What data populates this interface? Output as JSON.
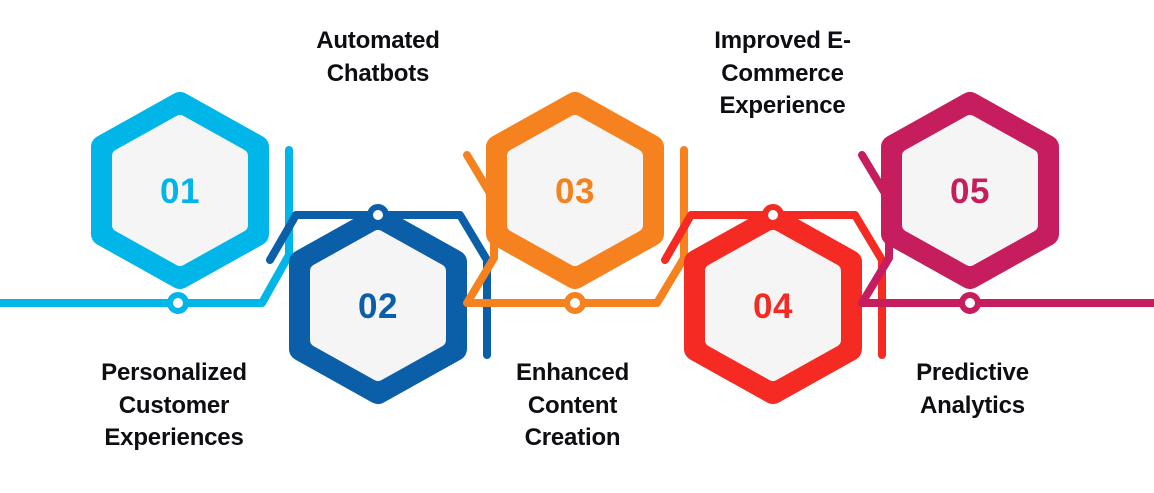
{
  "infographic": {
    "type": "hexagon-timeline",
    "background_color": "#FFFFFF",
    "node_inner_fill": "#F5F5F5",
    "marker_fill": "#FFFFFF",
    "caption_color": "#0D0D12",
    "steps": [
      {
        "number": "01",
        "caption": "Personalized\nCustomer\nExperiences",
        "color": "#00B5E8",
        "position": "up",
        "caption_position": "below"
      },
      {
        "number": "02",
        "caption": "Automated\nChatbots",
        "color": "#0B5EA8",
        "position": "down",
        "caption_position": "above"
      },
      {
        "number": "03",
        "caption": "Enhanced\nContent\nCreation",
        "color": "#F5821F",
        "position": "up",
        "caption_position": "below"
      },
      {
        "number": "04",
        "caption": "Improved E-\nCommerce\nExperience",
        "color": "#F42A23",
        "position": "down",
        "caption_position": "above"
      },
      {
        "number": "05",
        "caption": "Predictive\nAnalytics",
        "color": "#C51D5E",
        "position": "up",
        "caption_position": "below"
      }
    ]
  }
}
